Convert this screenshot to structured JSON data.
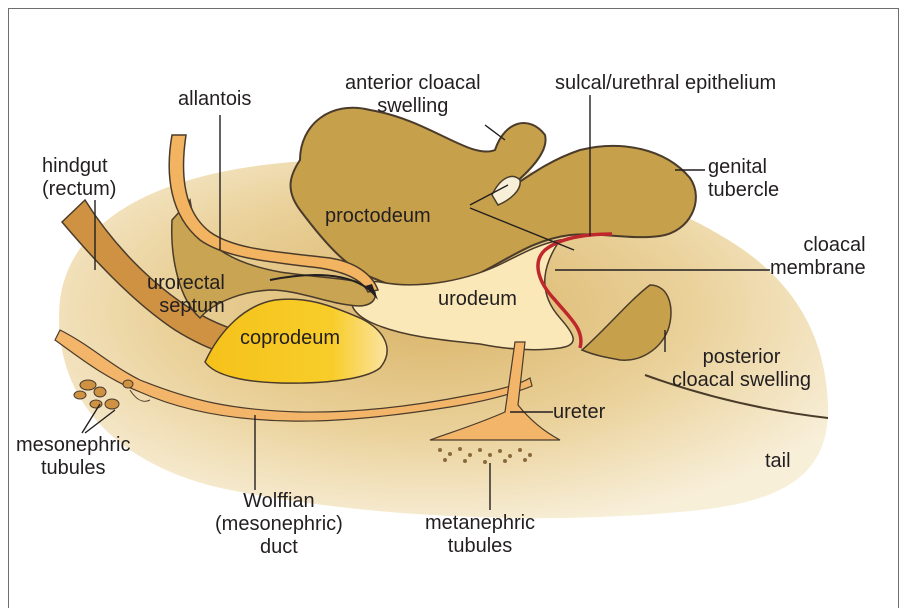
{
  "labels": {
    "anterior_cloacal_swelling": [
      "anterior cloacal",
      "swelling"
    ],
    "sulcal_urethral_epithelium": "sulcal/urethral epithelium",
    "allantois": "allantois",
    "hindgut": [
      "hindgut",
      "(rectum)"
    ],
    "genital_tubercle": [
      "genital",
      "tubercle"
    ],
    "proctodeum": "proctodeum",
    "cloacal_membrane": [
      "cloacal",
      "membrane"
    ],
    "urorectal_septum": [
      "urorectal",
      "septum"
    ],
    "urodeum": "urodeum",
    "coprodeum": "coprodeum",
    "posterior_cloacal_swelling": [
      "posterior",
      "cloacal swelling"
    ],
    "ureter": "ureter",
    "mesonephric_tubules": [
      "mesonephric",
      "tubules"
    ],
    "tail": "tail",
    "wolffian_duct": [
      "Wolffian",
      "(mesonephric)",
      "duct"
    ],
    "metanephric_tubules": [
      "metanephric",
      "tubules"
    ]
  },
  "colors": {
    "embryo_body": "#f2e2bc",
    "mesenchyme_tan": "#c9a452",
    "anterior_swelling": "#c6a04a",
    "urodeum": "#fbe8b8",
    "coprodeum": "#f7c81f",
    "duct": "#f2b56a",
    "allantois": "#f3b462",
    "hindgut": "#cf9242",
    "epithelium_red": "#c0272d",
    "outline": "#4a3b2a",
    "leader_line": "#231f20"
  }
}
